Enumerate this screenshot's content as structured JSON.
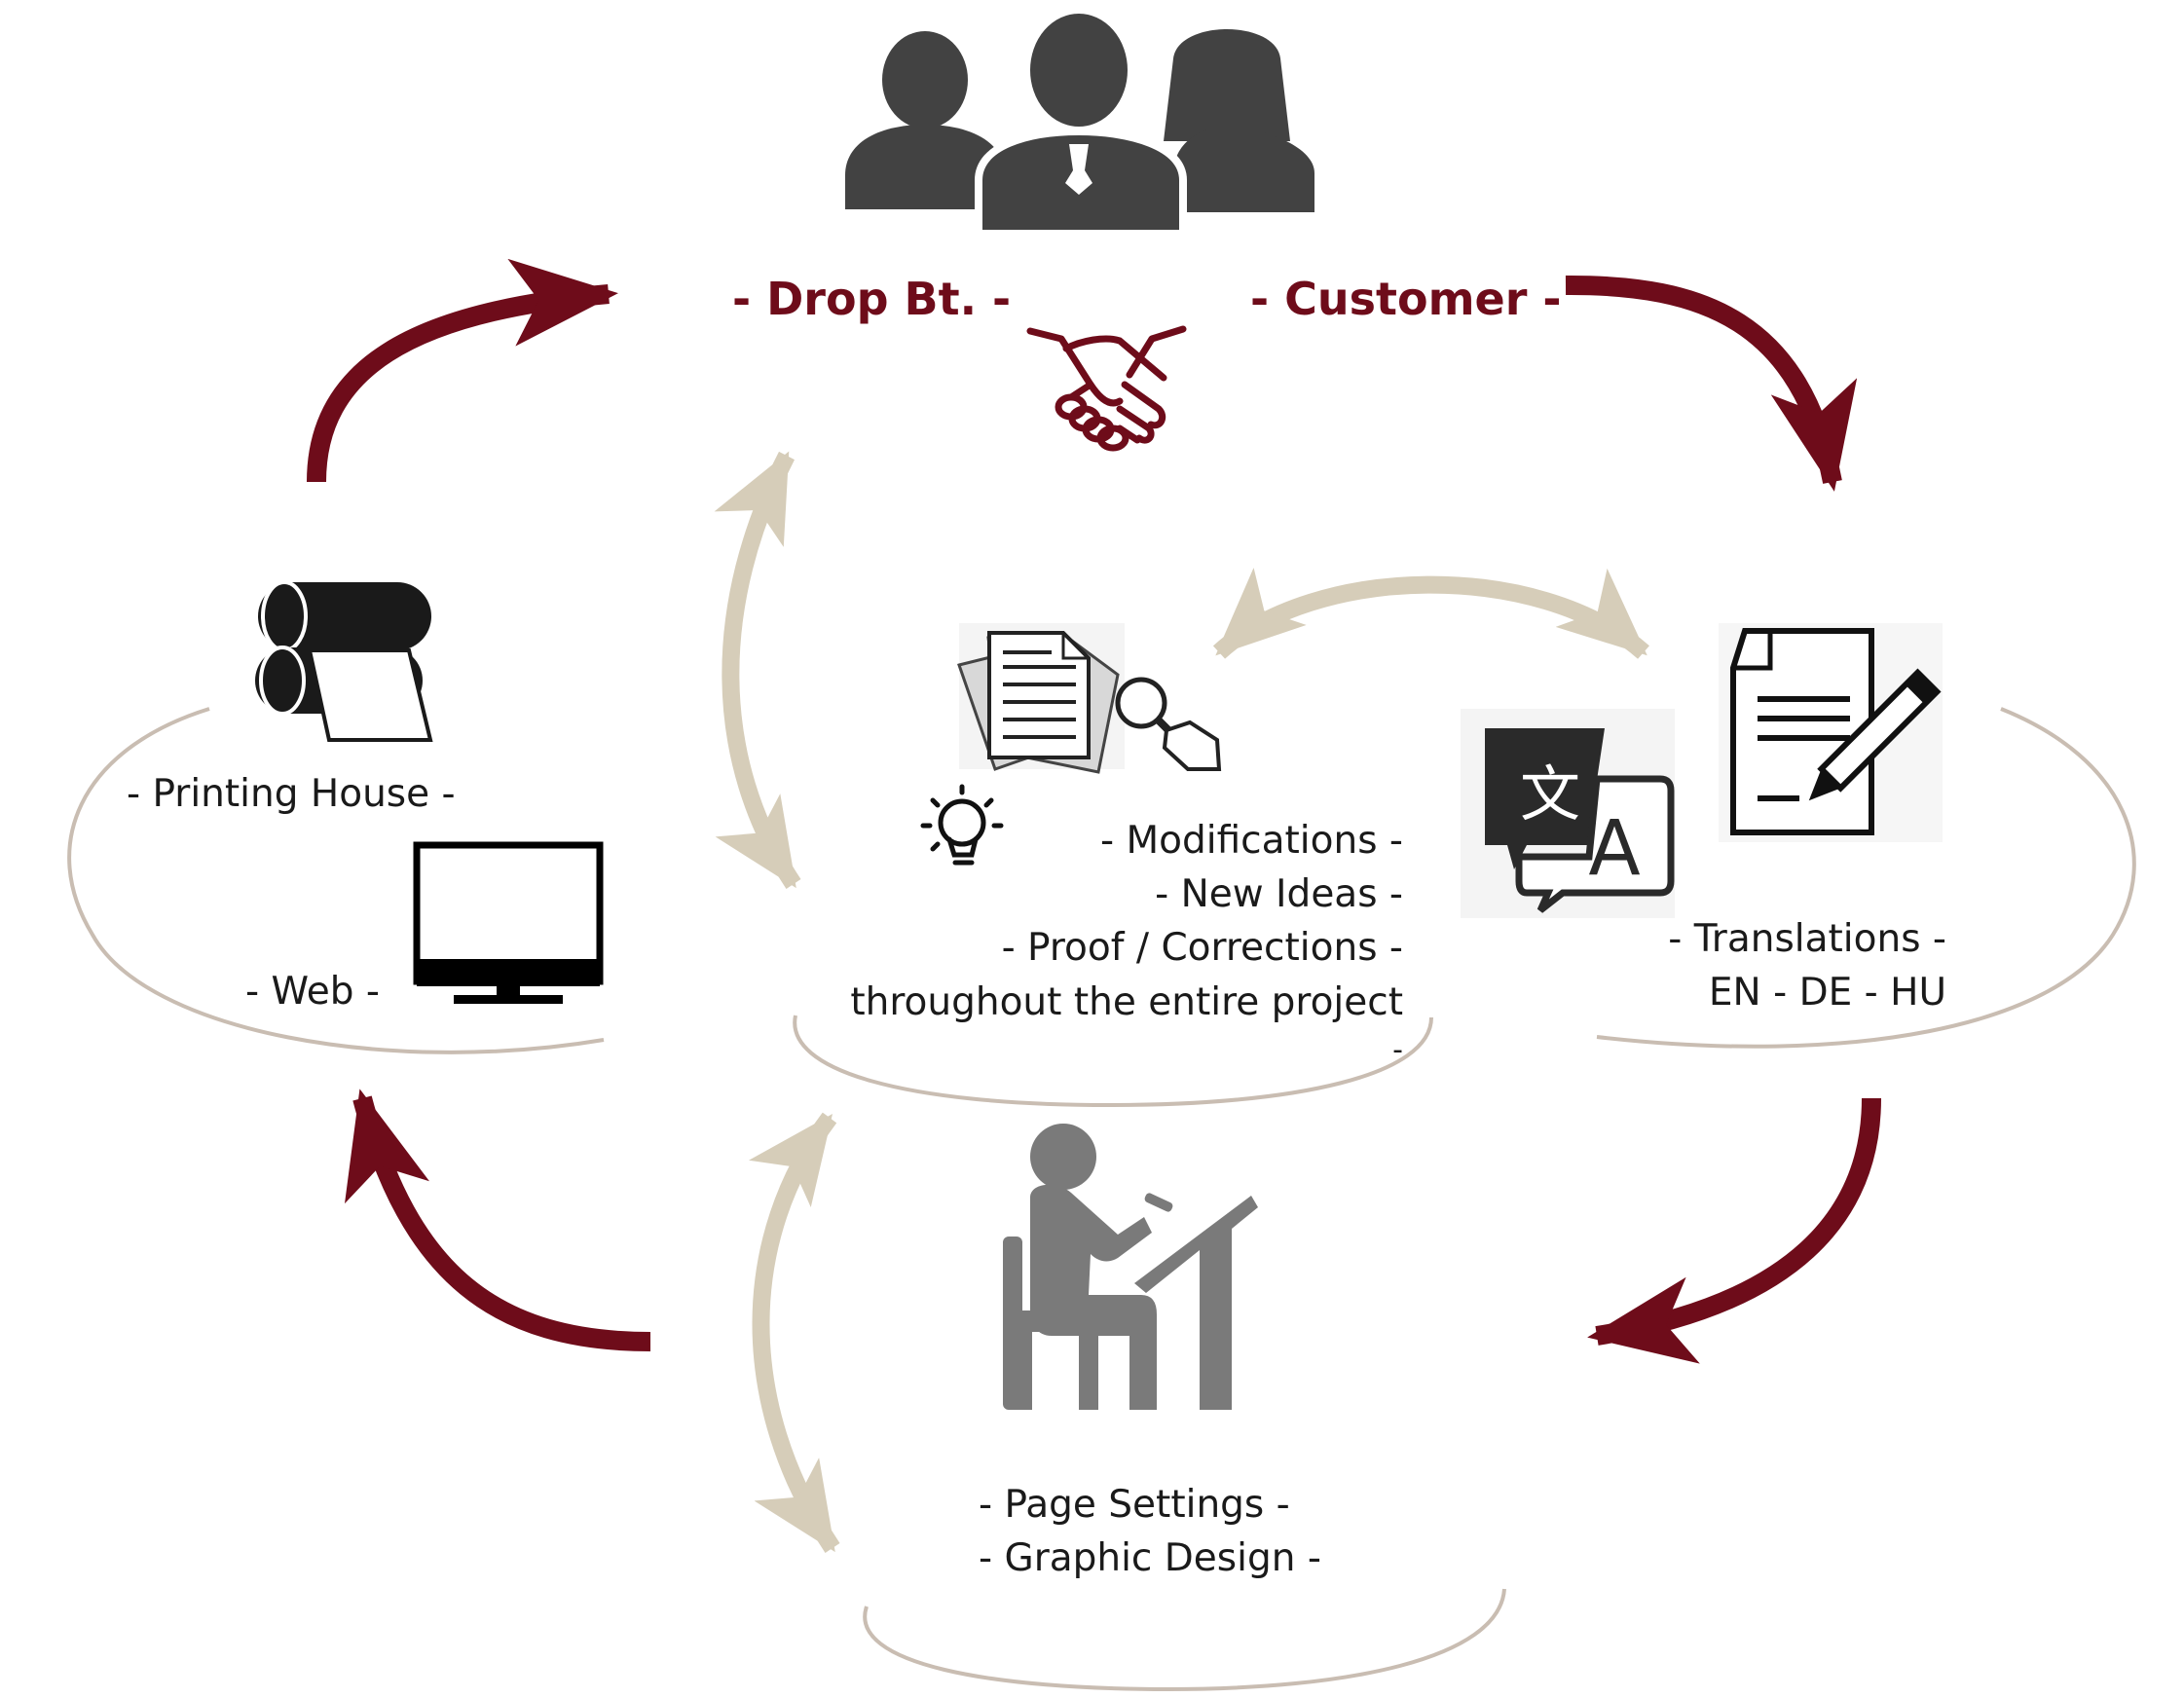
{
  "colors": {
    "accent": "#6e0c1a",
    "beige_arrow": "#d6cdb9",
    "ellipse": "#c9bdb2",
    "icon_dark": "#424242",
    "icon_grey": "#7a7a7a",
    "text": "#1a1a1a"
  },
  "header": {
    "left": "- Drop Bt. -",
    "right": "- Customer -"
  },
  "nodes": {
    "print": {
      "printing_house": "- Printing House -",
      "web": "- Web -"
    },
    "review": {
      "line1": "- Modifications -",
      "line2": "- New Ideas -",
      "line3": "- Proof / Corrections -",
      "line4": "throughout the entire project",
      "line5": "-"
    },
    "translation": {
      "line1": "- Translations -",
      "line2": "EN - DE - HU"
    },
    "design": {
      "line1": "- Page Settings -",
      "line2": "- Graphic Design -"
    }
  },
  "icons": {
    "people": "people-group-icon",
    "handshake": "handshake-icon",
    "printer": "printing-rollers-icon",
    "monitor": "monitor-icon",
    "documents": "documents-magnifier-icon",
    "idea": "lightbulb-icon",
    "translate": "translate-icon",
    "contract": "contract-pen-icon",
    "designer": "designer-at-desk-icon"
  }
}
